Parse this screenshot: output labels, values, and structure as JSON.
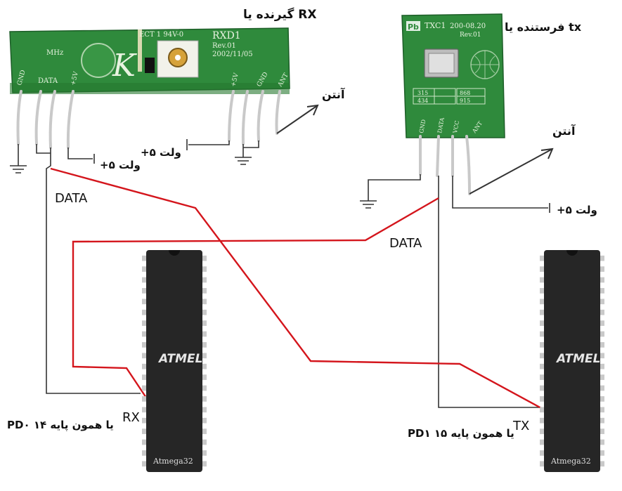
{
  "colors": {
    "pcb": "#2f8a3c",
    "pcb_dark": "#1f6a2c",
    "wire_red": "#d4151c",
    "wire_gray": "#555555",
    "chip_body": "#262626",
    "pin": "#c9c9c9"
  },
  "rx_module": {
    "title": "گیرنده یا RX",
    "part": "RXD1",
    "rev": "Rev.01",
    "date": "2002/11/05",
    "code": "ECT 1 94V-0",
    "freq_label": "MHz",
    "logo_letter": "K",
    "pin_labels": [
      "GND",
      "DATA",
      "+5V",
      "+5V",
      "GND",
      "ANT"
    ]
  },
  "tx_module": {
    "title": "فرستنده یا tx",
    "part": "TXC1",
    "date": "200-08.20",
    "rev": "Rev.01",
    "pb": "Pb",
    "table": [
      "315",
      "868",
      "434",
      "915"
    ],
    "pin_labels": [
      "GND",
      "DATA",
      "VCC",
      "ANT"
    ]
  },
  "labels": {
    "antenna_rx": "آنتن",
    "antenna_tx": "آنتن",
    "vcc_rx_1": "+۵ ولت",
    "vcc_rx_2": "+۵ ولت",
    "vcc_tx": "+۵ ولت",
    "data_left": "DATA",
    "data_right": "DATA",
    "rx_pin_label": "RX",
    "rx_pin_desc": "PD۰  یا همون پایه ۱۴",
    "tx_pin_label": "TX",
    "tx_pin_desc": "PD۱ یا همون پایه ۱۵"
  },
  "chips": {
    "brand": "ATMEL",
    "model": "Atmega32",
    "pins_per_side": 20
  }
}
